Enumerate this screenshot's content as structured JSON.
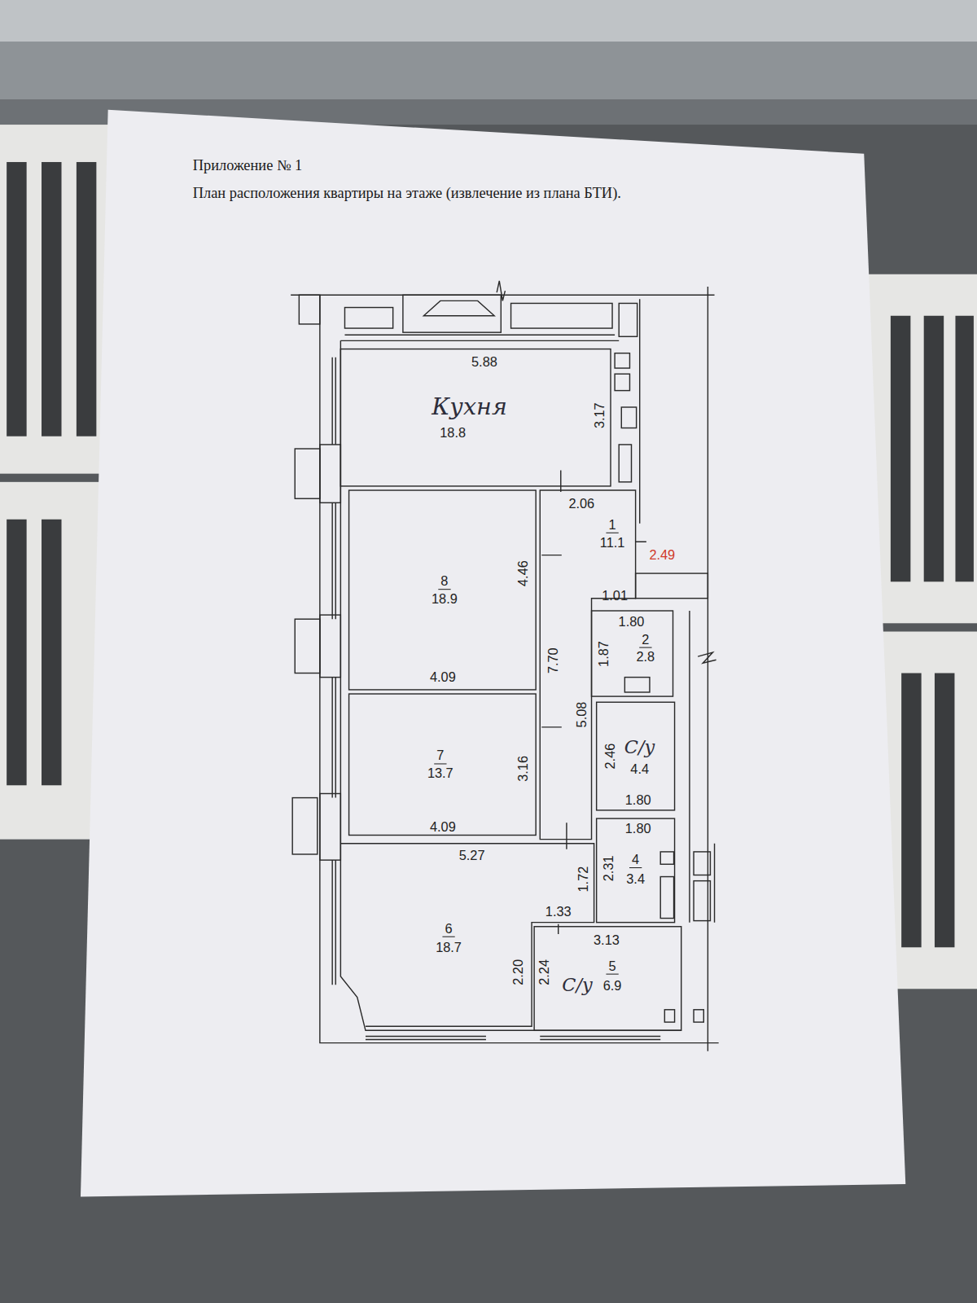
{
  "diagram": {
    "title": "Приложение № 1",
    "nodes": [
      {
        "text": [
          "Кухня",
          "18.8"
        ]
      },
      {
        "text": [
          "1",
          "11.1"
        ]
      },
      {
        "text": [
          "8",
          "18.9"
        ]
      },
      {
        "text": [
          "2",
          "2.8"
        ]
      },
      {
        "text": [
          "7",
          "13.7"
        ]
      },
      {
        "text": [
          "С/у",
          "4.4"
        ]
      },
      {
        "text": [
          "4",
          "3.4"
        ]
      },
      {
        "text": [
          "6",
          "18.7"
        ]
      },
      {
        "text": [
          "5",
          "6.9",
          "С/у"
        ]
      }
    ],
    "labels": [
      "План расположения квартиры на этаже (извлечение из плана БТИ).",
      "5.88",
      "3.17",
      "2.06",
      "2.49",
      "1.01",
      "4.46",
      "4.09",
      "7.70",
      "1.80",
      "1.87",
      "5.08",
      "3.16",
      "2.46",
      "4.09",
      "1.80",
      "1.80",
      "5.27",
      "1.72",
      "2.31",
      "1.33",
      "3.13",
      "2.20",
      "2.24"
    ]
  }
}
